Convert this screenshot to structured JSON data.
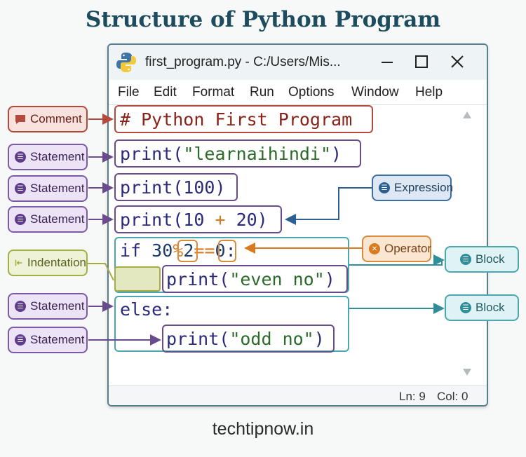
{
  "title": "Structure of Python Program",
  "window": {
    "title": "first_program.py - C:/Users/Mis...",
    "menu": [
      "File",
      "Edit",
      "Format",
      "Run",
      "Options",
      "Window",
      "Help"
    ],
    "status_ln": "Ln: 9",
    "status_col": "Col: 0"
  },
  "code": {
    "line1": "# Python First Program",
    "line2_fn": "print(",
    "line2_str": "\"learnaihindi\"",
    "line2_end": ")",
    "line3": "print(100)",
    "line4_a": "print(10 ",
    "line4_op": "+",
    "line4_b": " 20)",
    "line5_if": "if",
    "line5_a": "30",
    "line5_op1": "%",
    "line5_b": "2",
    "line5_op2": "==",
    "line5_c": "0",
    "line5_colon": ":",
    "line6_fn": "print(",
    "line6_str": "\"even no\"",
    "line6_end": ")",
    "line7": "else:",
    "line8_fn": "print(",
    "line8_str": "\"odd no\"",
    "line8_end": ")"
  },
  "labels": {
    "comment": "Comment",
    "statement": "Statement",
    "indentation": "Indentation",
    "expression": "Expression",
    "operator": "Operator",
    "block": "Block"
  },
  "footer": "techtipnow.in",
  "colors": {
    "title": "#1c4c5e",
    "statement": "#7d5aa6",
    "comment": "#b34a3e",
    "indentation": "#a5ae45",
    "expression": "#3e6f9e",
    "operator": "#d98a3d",
    "block": "#4aa7b0"
  }
}
